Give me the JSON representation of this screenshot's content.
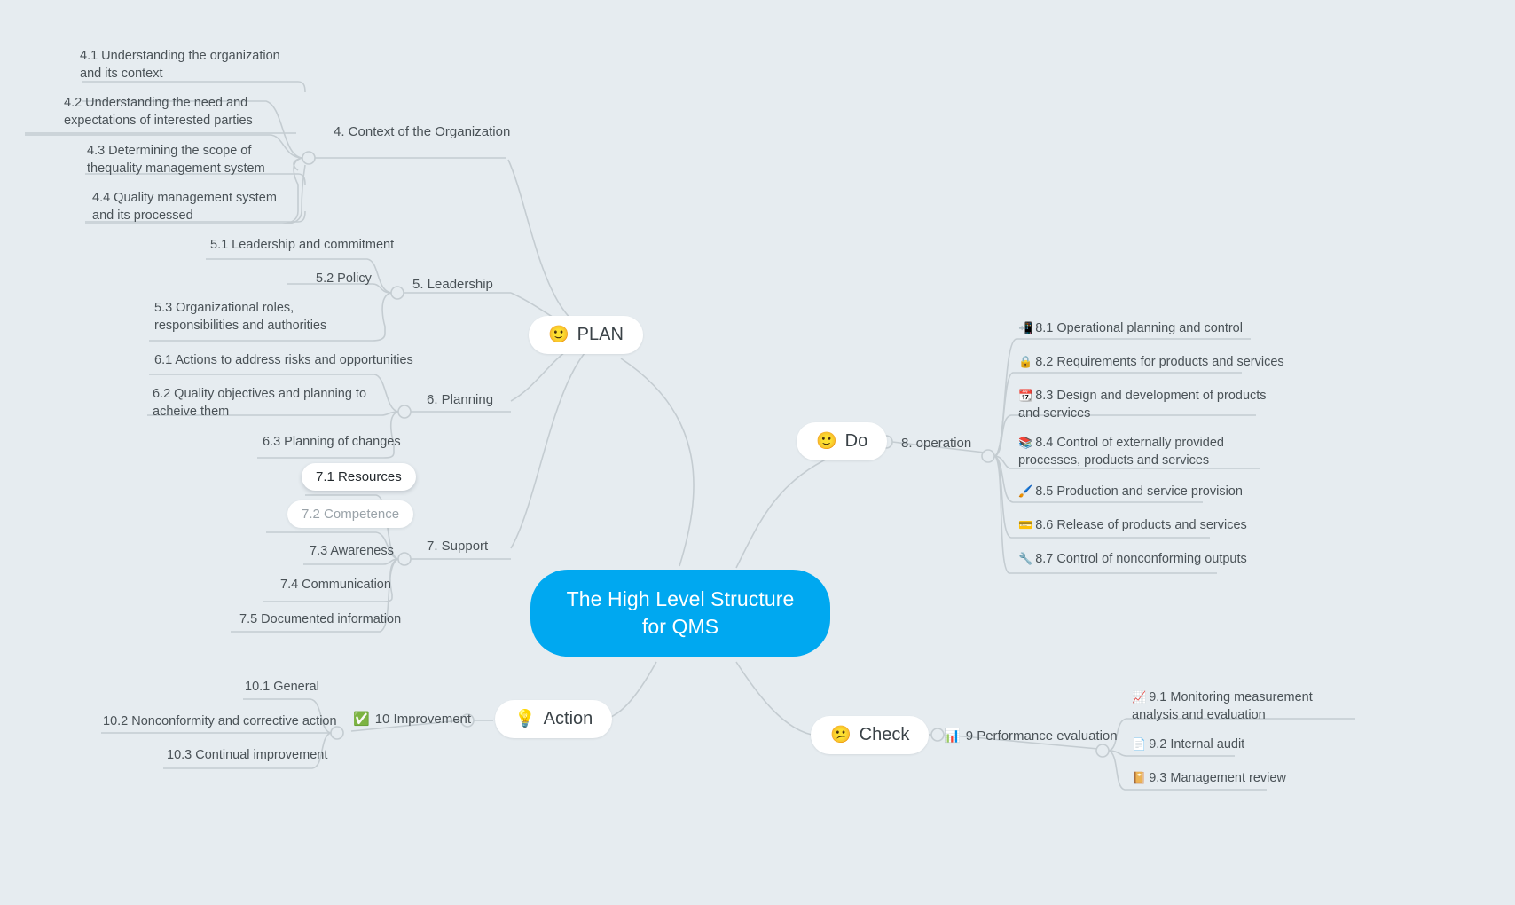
{
  "canvas": {
    "background": "#e6ecf0",
    "accent": "#00a8f0",
    "line_color": "#c2cbd0",
    "text_color": "#4a5257"
  },
  "root": {
    "label": "The High Level Structure for QMS"
  },
  "branches": {
    "plan": {
      "label": "PLAN",
      "emoji": "🙂"
    },
    "do": {
      "label": "Do",
      "emoji": "🙂"
    },
    "check": {
      "label": "Check",
      "emoji": "😕"
    },
    "action": {
      "label": "Action",
      "emoji": "💡"
    }
  },
  "groups": {
    "g4": {
      "label": "4. Context of the Organization"
    },
    "g5": {
      "label": "5. Leadership"
    },
    "g6": {
      "label": "6. Planning"
    },
    "g7": {
      "label": "7. Support"
    },
    "g8": {
      "label": "8. operation"
    },
    "g9": {
      "label": "9 Performance evaluation",
      "emoji": "📊"
    },
    "g10": {
      "label": "10 Improvement",
      "emoji": "✅"
    }
  },
  "items": {
    "i41": {
      "text": "4.1 Understanding the organization and its context"
    },
    "i42": {
      "text": "4.2 Understanding the need and expectations of interested parties"
    },
    "i43": {
      "text": "4.3 Determining the scope of  thequality management  system"
    },
    "i44": {
      "text": "4.4 Quality management system and its processed"
    },
    "i51": {
      "text": "5.1 Leadership and commitment"
    },
    "i52": {
      "text": "5.2 Policy"
    },
    "i53": {
      "text": "5.3 Organizational roles, responsibilities and authorities"
    },
    "i61": {
      "text": "6.1 Actions to address risks and opportunities"
    },
    "i62": {
      "text": "6.2 Quality objectives and planning to acheive them"
    },
    "i63": {
      "text": "6.3 Planning of changes"
    },
    "i71": {
      "text": "7.1 Resources",
      "state": "selected"
    },
    "i72": {
      "text": "7.2 Competence",
      "state": "hover"
    },
    "i73": {
      "text": "7.3 Awareness"
    },
    "i74": {
      "text": "7.4 Communication"
    },
    "i75": {
      "text": "7.5 Documented information"
    },
    "i81": {
      "text": "8.1 Operational planning and control",
      "emoji": "📲"
    },
    "i82": {
      "text": "8.2 Requirements for products and services",
      "emoji": "🔒"
    },
    "i83": {
      "text": "8.3 Design and development of products and services",
      "emoji": "📆"
    },
    "i84": {
      "text": "8.4 Control of externally provided processes, products and services",
      "emoji": "📚"
    },
    "i85": {
      "text": "8.5 Production and service provision",
      "emoji": "🖌️"
    },
    "i86": {
      "text": "8.6 Release of products and services",
      "emoji": "💳"
    },
    "i87": {
      "text": "8.7 Control of nonconforming outputs",
      "emoji": "🔧"
    },
    "i91": {
      "text": "9.1 Monitoring measurement  analysis and evaluation",
      "emoji": "📈"
    },
    "i92": {
      "text": "9.2 Internal audit",
      "emoji": "📄"
    },
    "i93": {
      "text": "9.3 Management review",
      "emoji": "📔"
    },
    "i101": {
      "text": "10.1 General"
    },
    "i102": {
      "text": "10.2 Nonconformity and corrective action"
    },
    "i103": {
      "text": "10.3 Continual improvement"
    }
  }
}
